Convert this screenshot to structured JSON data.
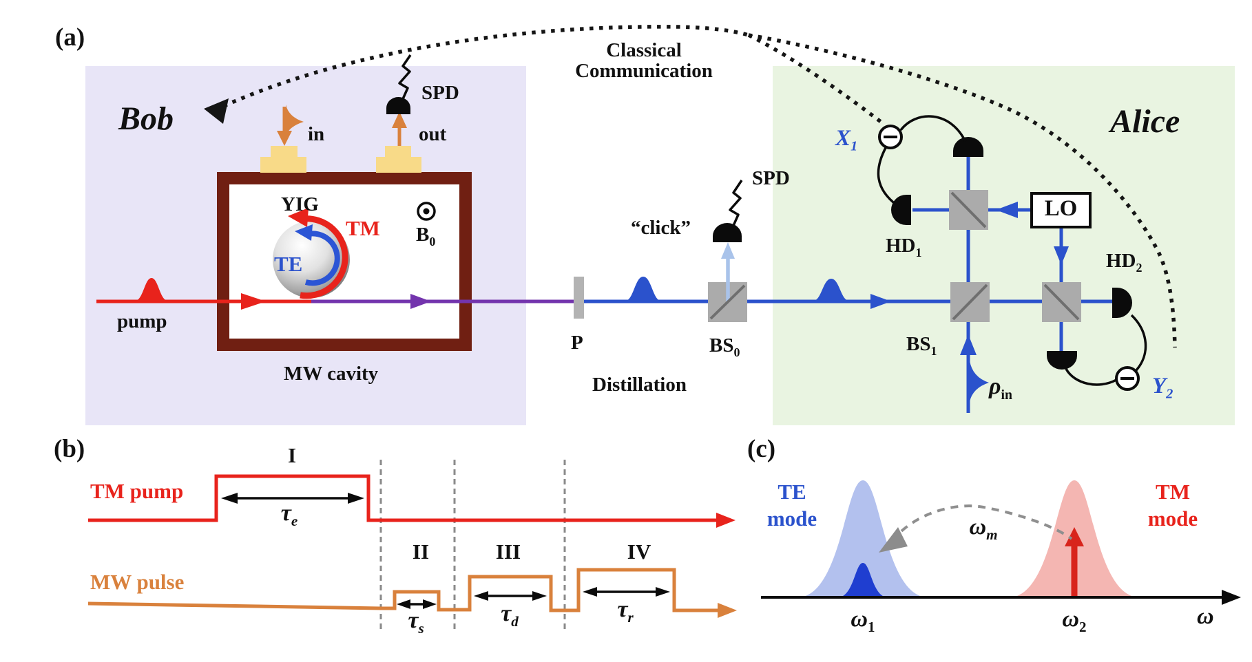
{
  "colors": {
    "bob_bg": "#e8e5f7",
    "alice_bg": "#e9f4e1",
    "cavity_wall": "#701f12",
    "pad_yellow": "#f8da88",
    "orange": "#d9813c",
    "red": "#e8231c",
    "blue": "#2b52cc",
    "light_blue": "#a9c3ea",
    "purple": "#7334ad",
    "bs_gray": "#ababab",
    "bs_diag": "#6f6f6f",
    "plate_gray": "#b3b3b3",
    "te_peak_light": "#b3c1ee",
    "te_peak_dark": "#1f3ed0",
    "tm_peak_light": "#f4b6b2"
  },
  "panel_a": {
    "tag": "(a)",
    "bob_title": "Bob",
    "alice_title": "Alice",
    "classical": {
      "line1": "Classical",
      "line2": "Communication"
    },
    "bob_side": {
      "in": "in",
      "out": "out",
      "spd": "SPD",
      "yig": "YIG",
      "tm": "TM",
      "te": "TE",
      "b0": {
        "main": "B",
        "sub": "0"
      },
      "pump": "pump",
      "mw_cavity": "MW cavity"
    },
    "middle": {
      "p": "P",
      "click": "“click”",
      "spd": "SPD",
      "bs0": {
        "main": "BS",
        "sub": "0"
      },
      "distillation": "Distillation"
    },
    "alice_side": {
      "x1": {
        "main": "X",
        "sub": "1"
      },
      "y2": {
        "main": "Y",
        "sub": "2"
      },
      "hd1": {
        "main": "HD",
        "sub": "1"
      },
      "hd2": {
        "main": "HD",
        "sub": "2"
      },
      "bs1": {
        "main": "BS",
        "sub": "1"
      },
      "lo": "LO",
      "rho_in": {
        "main": "ρ",
        "sub": "in"
      }
    }
  },
  "panel_b": {
    "tag": "(b)",
    "tm_pump_label": "TM pump",
    "mw_pulse_label": "MW pulse",
    "phases": [
      "I",
      "II",
      "III",
      "IV"
    ],
    "tau_e": {
      "main": "τ",
      "sub": "e"
    },
    "tau_s": {
      "main": "τ",
      "sub": "s"
    },
    "tau_d": {
      "main": "τ",
      "sub": "d"
    },
    "tau_r": {
      "main": "τ",
      "sub": "r"
    }
  },
  "panel_c": {
    "tag": "(c)",
    "te_mode": {
      "line1": "TE",
      "line2": "mode"
    },
    "tm_mode": {
      "line1": "TM",
      "line2": "mode"
    },
    "omega_m": {
      "main": "ω",
      "sub": "m"
    },
    "omega_1": {
      "main": "ω",
      "sub": "1"
    },
    "omega_2": {
      "main": "ω",
      "sub": "2"
    },
    "omega_axis": "ω"
  }
}
